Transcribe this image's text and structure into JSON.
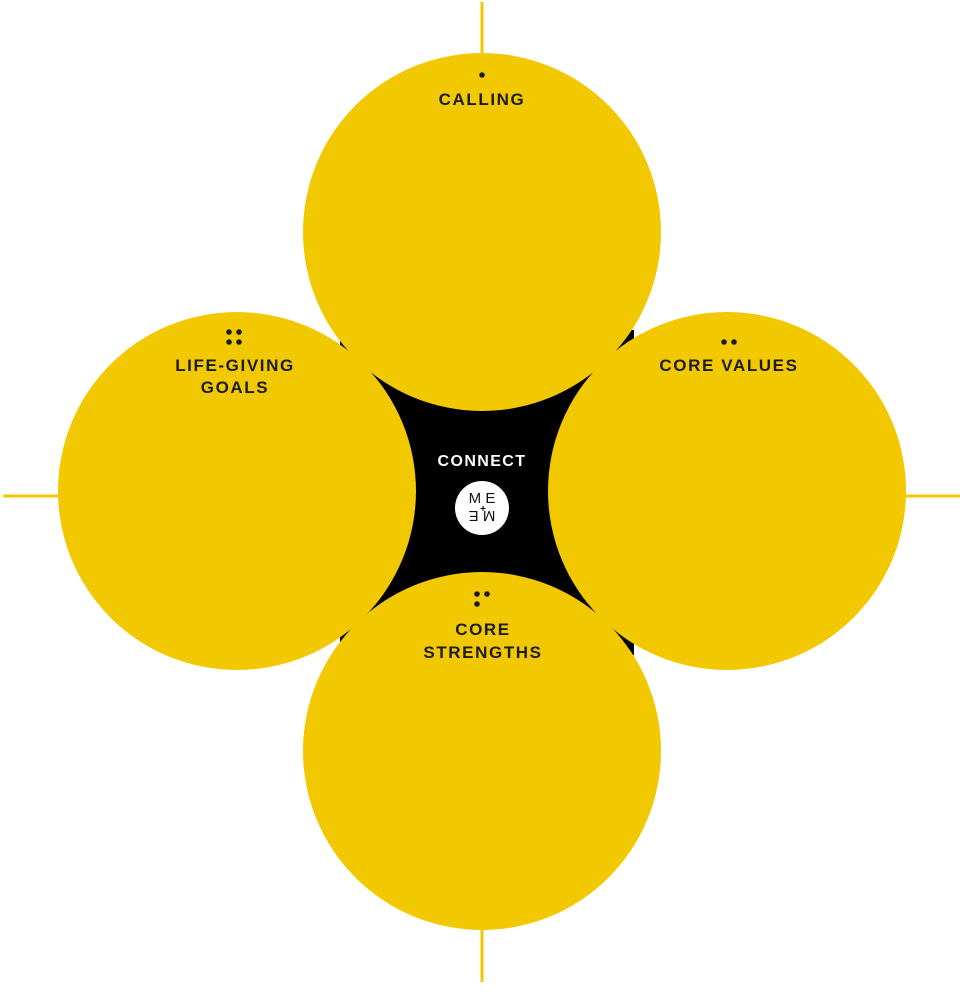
{
  "colors": {
    "circle_fill": "#f2c900",
    "center_fill": "#000000",
    "axis_line": "#f2c900",
    "label_text": "#1b1b1b",
    "center_text": "#ffffff",
    "dot": "#1b1b1b"
  },
  "center": {
    "label": "CONNECT",
    "logo": {
      "top": "M E",
      "plus": "+",
      "bottom": "M E"
    }
  },
  "circles": {
    "calling": {
      "label_lines": [
        "CALLING"
      ],
      "dot_count": 1
    },
    "core_values": {
      "label_lines": [
        "CORE VALUES"
      ],
      "dot_count": 2
    },
    "core_strengths": {
      "label_lines": [
        "CORE",
        "STRENGTHS"
      ],
      "dot_count": 3
    },
    "life_giving_goals": {
      "label_lines": [
        "LIFE-GIVING",
        "GOALS"
      ],
      "dot_count": 4
    }
  }
}
